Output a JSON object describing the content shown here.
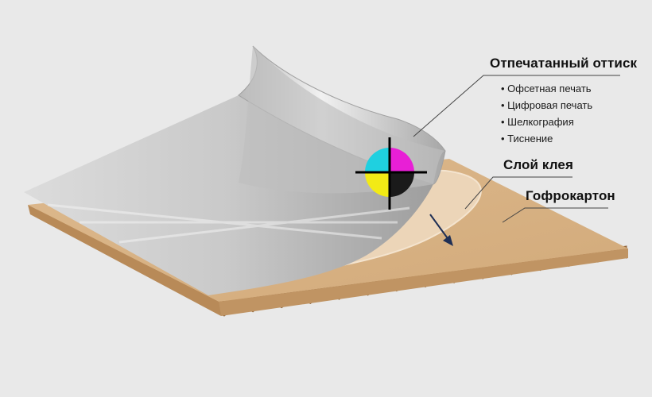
{
  "labels": {
    "printed_sheet": {
      "title": "Отпечатанный оттиск",
      "items": [
        "Офсетная печать",
        "Цифровая печать",
        "Шелкография",
        "Тиснение"
      ]
    },
    "glue_layer": "Слой клея",
    "corrugated_board": "Гофрокартон"
  },
  "colors": {
    "background": "#e9e9e9",
    "cardboard": "#d8b48a",
    "cardboard_edge": "#b98c5d",
    "glue": "#ecd5b8",
    "sheet_light": "#e6e6e6",
    "sheet_dark": "#9c9c9c",
    "cyan": "#1fd0e0",
    "magenta": "#e81fd6",
    "yellow": "#f2ea16",
    "black": "#1a1a1a",
    "arrow": "#1f2f55"
  }
}
